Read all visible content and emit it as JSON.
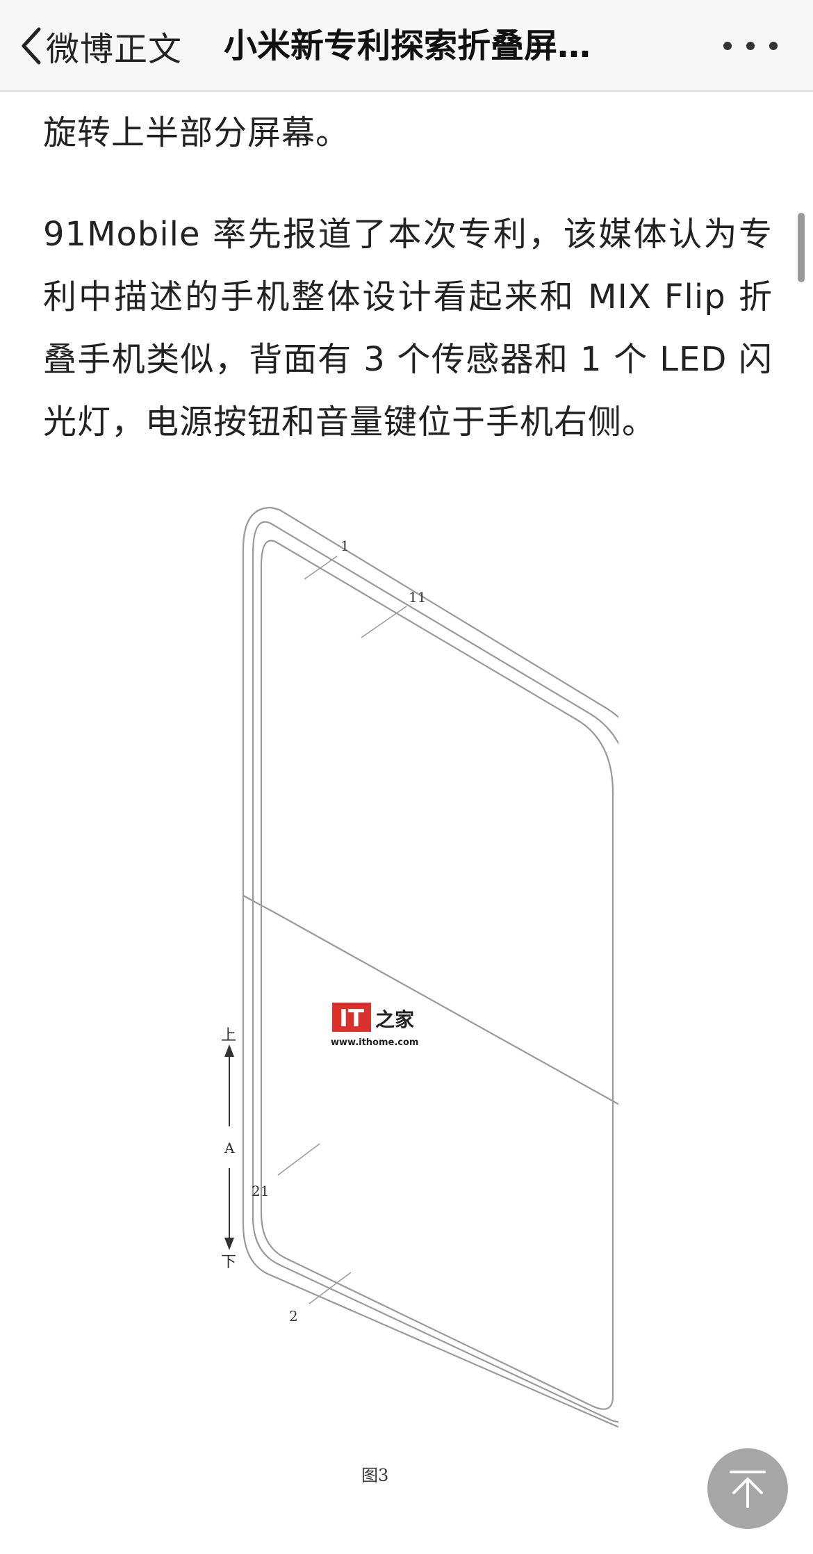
{
  "nav": {
    "back_label": "微博正文",
    "title": "小米新专利探索折叠屏…"
  },
  "article": {
    "paragraphs": [
      "旋转上半部分屏幕。",
      "91Mobile 率先报道了本次专利，该媒体认为专利中描述的手机整体设计看起来和 MIX Flip 折叠手机类似，背面有 3 个传感器和 1 个 LED 闪光灯，电源按钮和音量键位于手机右侧。"
    ]
  },
  "figure": {
    "labels": {
      "l1": "1",
      "l11": "11",
      "l21": "21",
      "l2": "2",
      "up": "上",
      "a": "A",
      "down": "下"
    },
    "caption": "图3",
    "watermark": {
      "logo_text": "IT",
      "logo_glyph": "之家",
      "url": "www.ithome.com",
      "brand_color": "#d9312b"
    }
  },
  "icons": {
    "back": "chevron-left-icon",
    "more": "more-horizontal-icon",
    "back_to_top": "arrow-up-icon"
  },
  "colors": {
    "navbar_bg": "#f7f7f7",
    "text": "#222222",
    "line_art": "#9a9a9a"
  }
}
